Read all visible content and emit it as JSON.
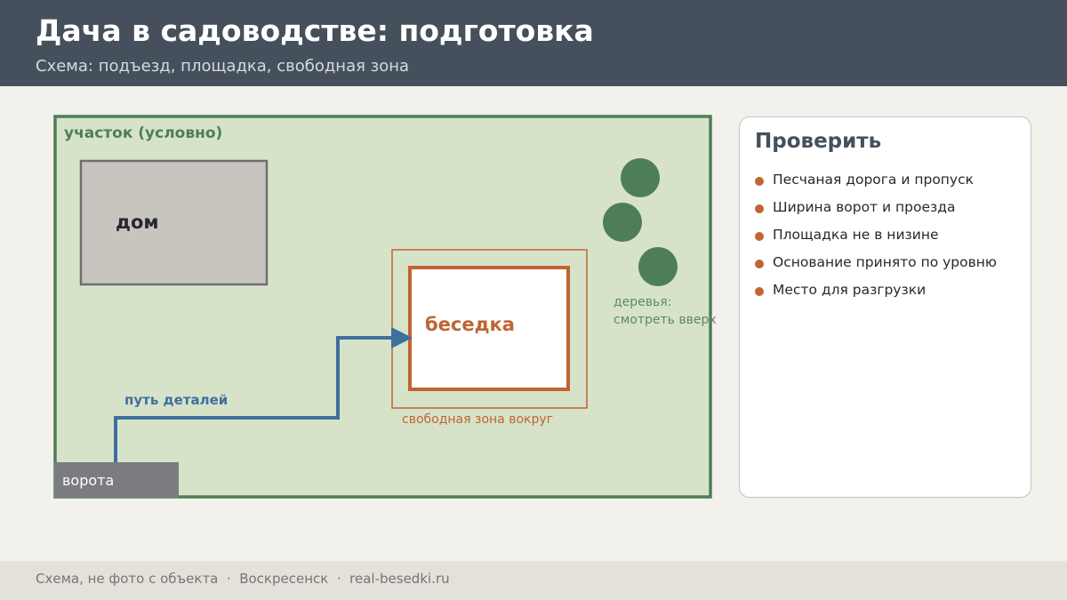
{
  "header": {
    "title": "Дача в садоводстве: подготовка",
    "subtitle": "Схема: подъезд, площадка, свободная зона"
  },
  "diagram": {
    "plot_label": "участок (условно)",
    "house_label": "дом",
    "gazebo_label": "беседка",
    "free_zone_label": "свободная зона вокруг",
    "path_label": "путь деталей",
    "gate_label": "ворота",
    "trees_label_line1": "деревья:",
    "trees_label_line2": "смотреть вверх"
  },
  "checklist": {
    "title": "Проверить",
    "items": [
      "Песчаная дорога и пропуск",
      "Ширина ворот и проезда",
      "Площадка не в низине",
      "Основание принято по уровню",
      "Место для разгрузки"
    ]
  },
  "footer": {
    "text": "Схема, не фото с объекта  ·  Воскресенск  ·  real-besedki.ru"
  },
  "colors": {
    "header_bg": "#46505d",
    "plot_fill": "#d7e3c9",
    "plot_border": "#4e7e56",
    "house_fill": "#c8c5bf",
    "accent": "#bf6432",
    "path": "#3f6f9d",
    "tree": "#4e7e56",
    "gate": "#7a7c82"
  }
}
